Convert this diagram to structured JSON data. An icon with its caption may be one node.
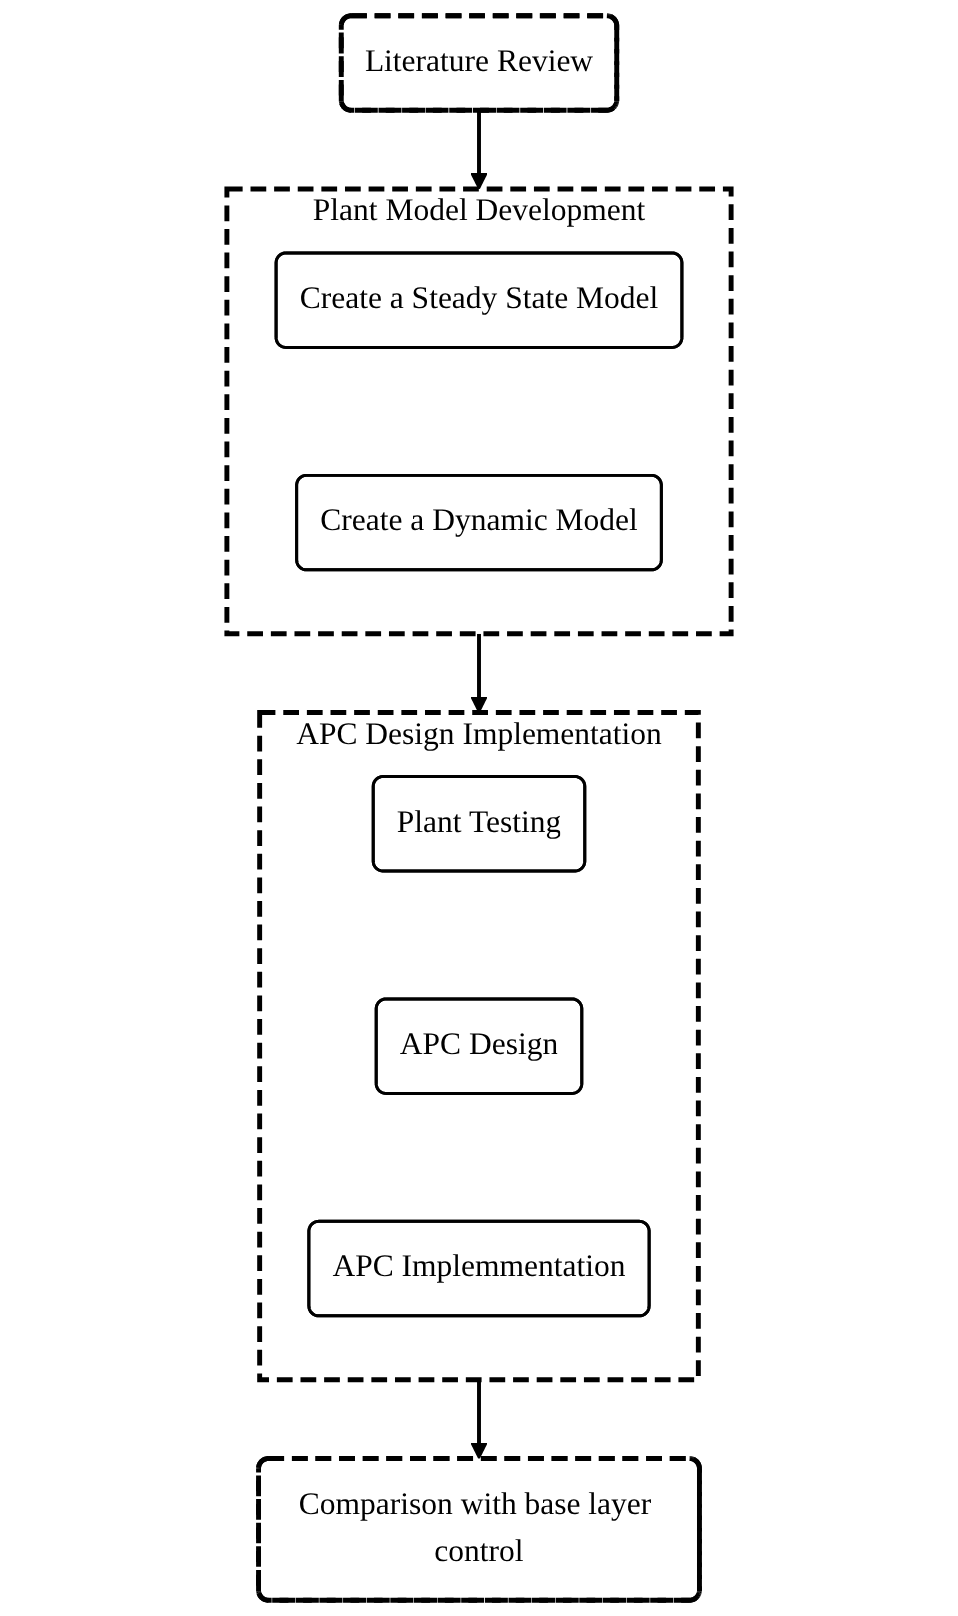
{
  "diagram": {
    "nodes": [
      {
        "text": [
          "Literature Review"
        ]
      },
      {
        "text": [
          "Plant  Model Development"
        ]
      },
      {
        "text": [
          "Create a Steady State Model"
        ],
        "in": 1
      },
      {
        "text": [
          "Create a Dynamic Model"
        ],
        "in": 1
      },
      {
        "text": [
          "APC Design Implementation"
        ]
      },
      {
        "text": [
          "Plant Testing"
        ],
        "in": 4
      },
      {
        "text": [
          "APC Design"
        ],
        "in": 4
      },
      {
        "text": [
          "APC Implemmentation"
        ],
        "in": 4
      },
      {
        "text": [
          "Comparison with base layer control"
        ]
      }
    ],
    "edges": [
      {
        "from": 0,
        "to": 1,
        "arrow": "to"
      },
      {
        "from": 1,
        "to": 4,
        "arrow": "to"
      },
      {
        "from": 4,
        "to": 8,
        "arrow": "to"
      }
    ]
  }
}
